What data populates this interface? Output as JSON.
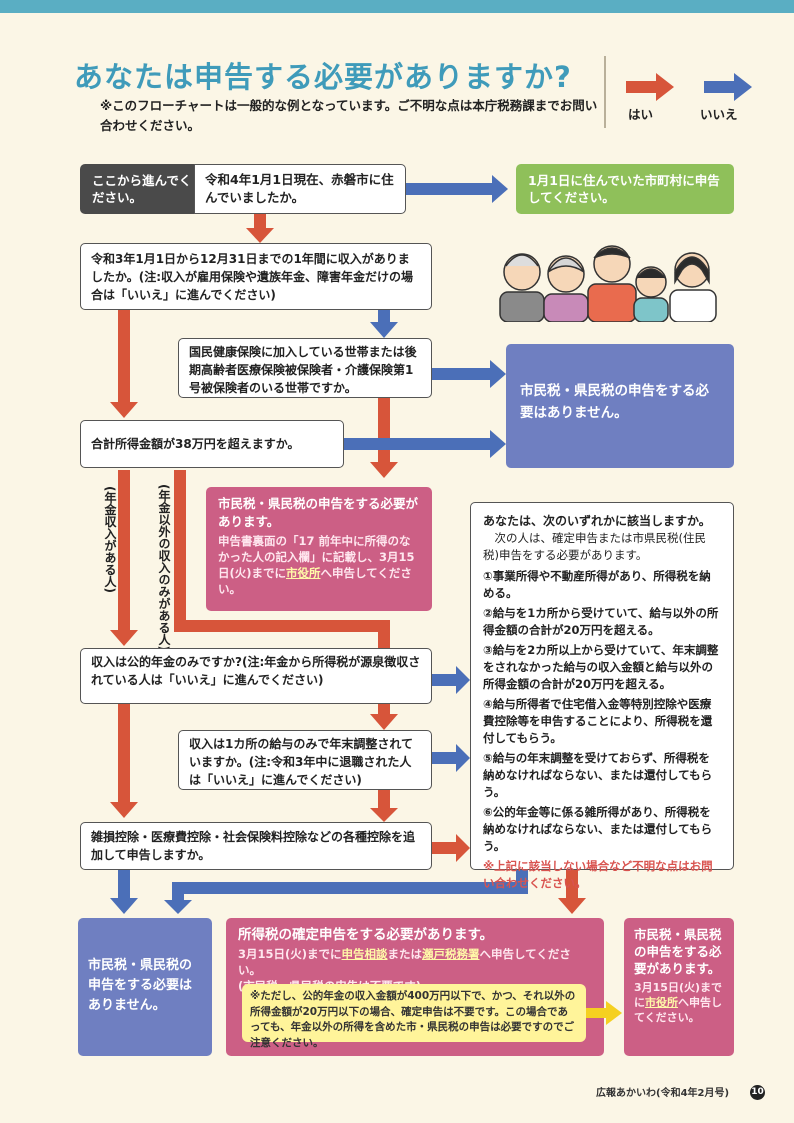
{
  "header": {
    "title": "あなたは申告する必要がありますか?",
    "note": "※このフローチャートは一般的な例となっています。ご不明な点は本庁税務課までお問い合わせください。",
    "legend_yes": "はい",
    "legend_no": "いいえ"
  },
  "colors": {
    "yes": "#d7553a",
    "no": "#4b6fb8",
    "green": "#8fc05a",
    "blue_box": "#6f7fc1",
    "pink_box": "#cc5f85",
    "title": "#3f9bba"
  },
  "flow": {
    "start_label": "ここから進んでください。",
    "q1": "令和4年1月1日現在、赤磐市に住んでいましたか。",
    "r1": "1月1日に住んでいた市町村に申告してください。",
    "q2": "令和3年1月1日から12月31日までの1年間に収入がありましたか。(注:収入が雇用保険や遺族年金、障害年金だけの場合は「いいえ」に進んでください)",
    "q3": "国民健康保険に加入している世帯または後期高齢者医療保険被保険者・介護保険第1号被保険者のいる世帯ですか。",
    "r_no_need": "市民税・県民税の申告をする必要はありません。",
    "q4": "合計所得金額が38万円を超えますか。",
    "path_pension": "(年金収入がある人)",
    "path_other": "(年金以外の収入のみがある人)",
    "pink1_title": "市民税・県民税の申告をする必要があります。",
    "pink1_body": "申告書裏面の「17 前年中に所得のなかった人の記入欄」に記載し、3月15日(火)までに",
    "pink1_place": "市役所",
    "pink1_tail": "へ申告してください。",
    "q5": "収入は公的年金のみですか?(注:年金から所得税が源泉徴収されている人は「いいえ」に進んでください)",
    "q6": "収入は1カ所の給与のみで年末調整されていますか。(注:令和3年中に退職された人は「いいえ」に進んでください)",
    "q7": "雑損控除・医療費控除・社会保険料控除などの各種控除を追加して申告しますか。",
    "list_title": "あなたは、次のいずれかに該当しますか。",
    "list_intro": "次の人は、確定申告または市県民税(住民税)申告をする必要があります。",
    "list_items": [
      "①事業所得や不動産所得があり、所得税を納める。",
      "②給与を1カ所から受けていて、給与以外の所得金額の合計が20万円を超える。",
      "③給与を2カ所以上から受けていて、年末調整をされなかった給与の収入金額と給与以外の所得金額の合計が20万円を超える。",
      "④給与所得者で住宅借入金等特別控除や医療費控除等を申告することにより、所得税を還付してもらう。",
      "⑤給与の年末調整を受けておらず、所得税を納めなければならない、または還付してもらう。",
      "⑥公的年金等に係る雑所得があり、所得税を納めなければならない、または還付してもらう。"
    ],
    "list_note": "※上記に該当しない場合など不明な点はお問い合わせください。",
    "r_final_blue": "市民税・県民税の申告をする必要はありません。",
    "pink2_title": "所得税の確定申告をする必要があります。",
    "pink2_body1": "3月15日(火)までに",
    "pink2_place1": "申告相談",
    "pink2_mid": "または",
    "pink2_place2": "瀬戸税務署",
    "pink2_tail": "へ申告してください。",
    "pink2_sub": "(市民税・県民税の申告は不要です)",
    "yellow_note": "※ただし、公的年金の収入金額が400万円以下で、かつ、それ以外の所得金額が20万円以下の場合、確定申告は不要です。この場合であっても、年金以外の所得を含めた市・県民税の申告は必要ですのでご注意ください。",
    "pink3_title": "市民税・県民税の申告をする必要があります。",
    "pink3_body": "3月15日(火)までに",
    "pink3_place": "市役所",
    "pink3_tail": "へ申告してください。"
  },
  "footer": {
    "publication": "広報あかいわ(令和4年2月号)",
    "page": "10"
  }
}
